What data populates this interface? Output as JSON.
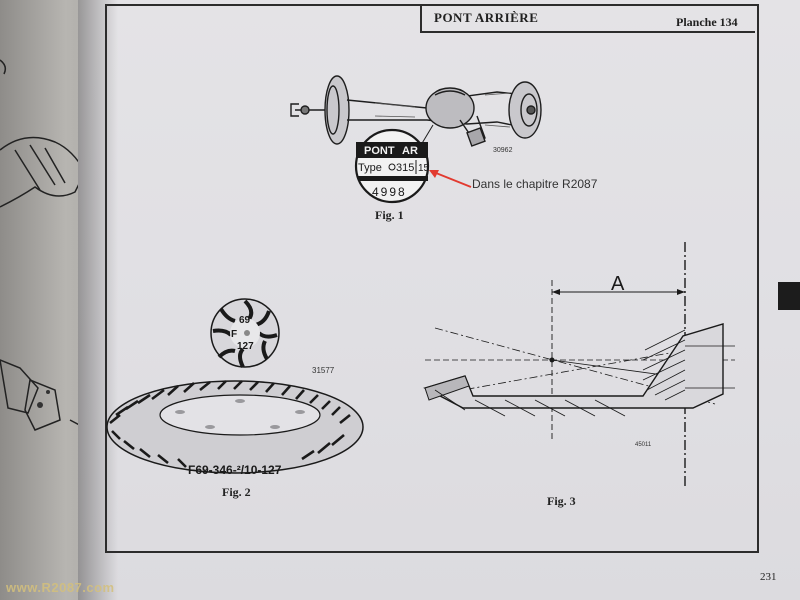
{
  "header": {
    "title": "PONT ARRIÈRE",
    "plate": "Planche 134"
  },
  "figures": {
    "fig1": {
      "caption": "Fig. 1",
      "plate_top": "PONT",
      "plate_mark": "AR",
      "plate_type_label": "Type",
      "plate_type_value": "315",
      "plate_type_suffix": "15",
      "plate_number": "4998",
      "drawing_ref": "30962",
      "annotation": "Dans le chapitre R2087"
    },
    "fig2": {
      "caption": "Fig. 2",
      "pinion_top": "69",
      "pinion_mid": "F",
      "pinion_bottom": "127",
      "drawing_ref": "31577",
      "gear_marking": "F69-346-²/10-127"
    },
    "fig3": {
      "caption": "Fig. 3",
      "dimension_label": "A",
      "drawing_ref": "45011"
    }
  },
  "footer": {
    "page_number": "231",
    "watermark": "www.R2087.com"
  },
  "colors": {
    "paper": "#e2e1e5",
    "ink": "#222222",
    "annotation_arrow": "#e23a2f",
    "watermark": "#d4c07c"
  }
}
